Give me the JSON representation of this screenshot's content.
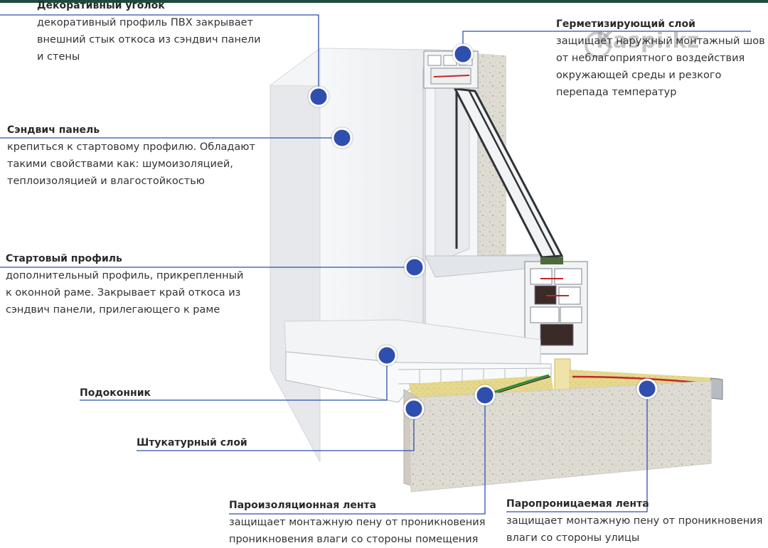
{
  "watermark": "Kaspi.kz",
  "callouts": [
    {
      "title": "Декоративный уголок",
      "desc": "декоративный профиль ПВХ закрывает\nвнешний стык откоса из сэндвич панели\nи стены"
    },
    {
      "title": "Сэндвич панель",
      "desc": "крепиться к стартовому профилю. Обладают\nтакими свойствами как: шумоизоляцией,\nтеплоизоляцией и влагостойкостью"
    },
    {
      "title": "Стартовый профиль",
      "desc": "дополнительный профиль, прикрепленный\nк оконной раме. Закрывает край откоса из\nсэндвич панели, прилегающего к раме"
    },
    {
      "title": "Подоконник",
      "desc": ""
    },
    {
      "title": "Штукатурный слой",
      "desc": ""
    },
    {
      "title": "Герметизирующий слой",
      "desc": "защищает наружный монтажный шов\nот неблагоприятного воздействия\nокружающей среды и резкого\nперепада температур"
    },
    {
      "title": "Пароизоляционная лента",
      "desc": "защищает монтажную пену от проникновения\nпроникновения влаги со стороны помещения"
    },
    {
      "title": "Паропроницаемая лента",
      "desc": "защищает монтажную пену от проникновения\nвлаги со стороны улицы"
    }
  ],
  "colors": {
    "marker": "#2f4fae",
    "leader": "#2f4fae",
    "concrete": "#d9d6cf",
    "pvc": "#f2f4f6",
    "foam": "#e3d48a"
  }
}
